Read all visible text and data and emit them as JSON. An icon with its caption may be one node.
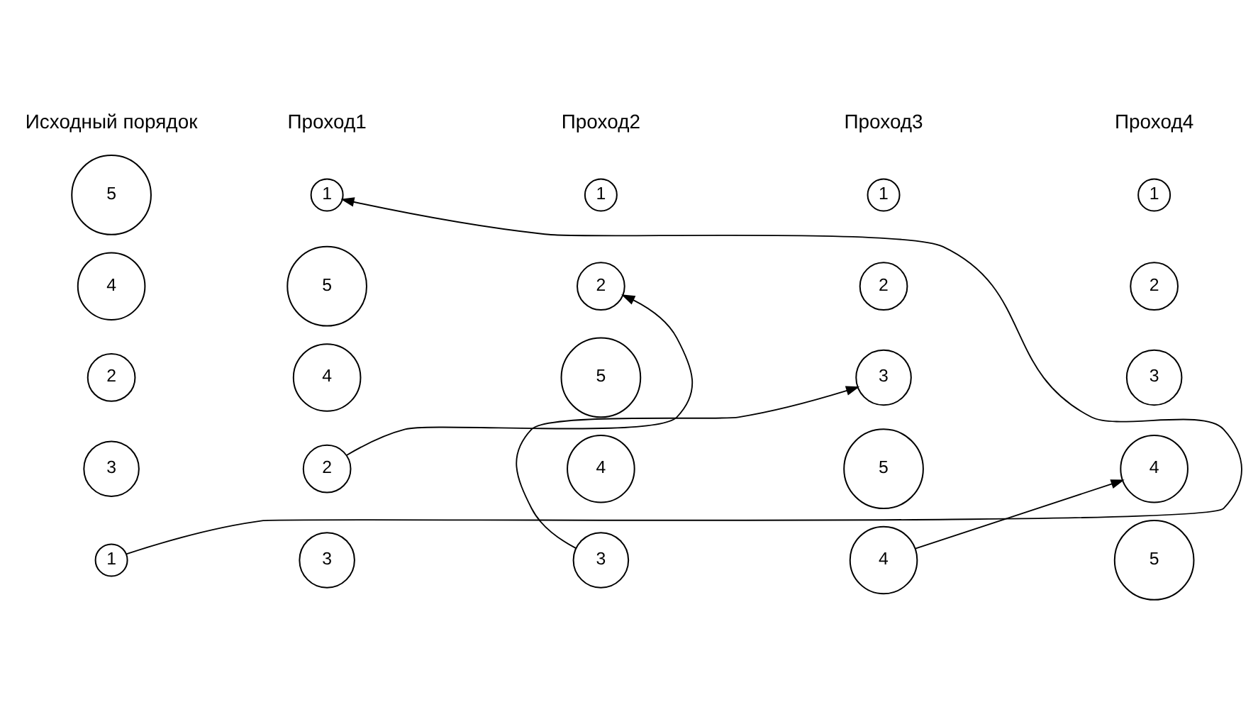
{
  "diagram": {
    "nodes": [
      {
        "text": [
          "5"
        ]
      },
      {
        "text": [
          "4"
        ]
      },
      {
        "text": [
          "2"
        ]
      },
      {
        "text": [
          "3"
        ]
      },
      {
        "text": [
          "1"
        ]
      },
      {
        "text": [
          "1"
        ]
      },
      {
        "text": [
          "5"
        ]
      },
      {
        "text": [
          "4"
        ]
      },
      {
        "text": [
          "2"
        ]
      },
      {
        "text": [
          "3"
        ]
      },
      {
        "text": [
          "1"
        ]
      },
      {
        "text": [
          "2"
        ]
      },
      {
        "text": [
          "5"
        ]
      },
      {
        "text": [
          "4"
        ]
      },
      {
        "text": [
          "3"
        ]
      },
      {
        "text": [
          "1"
        ]
      },
      {
        "text": [
          "2"
        ]
      },
      {
        "text": [
          "3"
        ]
      },
      {
        "text": [
          "5"
        ]
      },
      {
        "text": [
          "4"
        ]
      },
      {
        "text": [
          "1"
        ]
      },
      {
        "text": [
          "2"
        ]
      },
      {
        "text": [
          "3"
        ]
      },
      {
        "text": [
          "4"
        ]
      },
      {
        "text": [
          "5"
        ]
      }
    ],
    "edges": [
      {
        "from": 4,
        "to": 5,
        "arrow": "to"
      },
      {
        "from": 8,
        "to": 11,
        "arrow": "to"
      },
      {
        "from": 14,
        "to": 17,
        "arrow": "to"
      },
      {
        "from": 19,
        "to": 23,
        "arrow": "to"
      }
    ],
    "labels": [
      "Исходный порядок",
      "Проход1",
      "Проход2",
      "Проход3",
      "Проход4"
    ]
  }
}
